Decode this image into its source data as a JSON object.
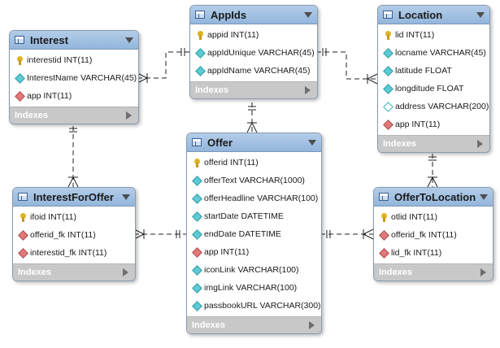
{
  "tables": {
    "interest": {
      "name": "Interest",
      "columns": [
        {
          "text": "interestid INT(11)",
          "icon": "primary-key-icon"
        },
        {
          "text": "InterestName VARCHAR(45)",
          "icon": "column-icon"
        },
        {
          "text": "app INT(11)",
          "icon": "foreign-key-icon"
        }
      ],
      "indexes_label": "Indexes"
    },
    "appids": {
      "name": "AppIds",
      "columns": [
        {
          "text": "appid INT(11)",
          "icon": "primary-key-icon"
        },
        {
          "text": "appIdUnique VARCHAR(45)",
          "icon": "column-icon"
        },
        {
          "text": "appIdName VARCHAR(45)",
          "icon": "column-icon"
        }
      ],
      "indexes_label": "Indexes"
    },
    "location": {
      "name": "Location",
      "columns": [
        {
          "text": "lid INT(11)",
          "icon": "primary-key-icon"
        },
        {
          "text": "locname VARCHAR(45)",
          "icon": "column-icon"
        },
        {
          "text": "latitude FLOAT",
          "icon": "column-icon"
        },
        {
          "text": "longditude FLOAT",
          "icon": "column-icon"
        },
        {
          "text": "address VARCHAR(200)",
          "icon": "nullable-column-icon"
        },
        {
          "text": "app INT(11)",
          "icon": "foreign-key-icon"
        }
      ],
      "indexes_label": "Indexes"
    },
    "offer": {
      "name": "Offer",
      "columns": [
        {
          "text": "offerid INT(11)",
          "icon": "primary-key-icon"
        },
        {
          "text": "offerText VARCHAR(1000)",
          "icon": "column-icon"
        },
        {
          "text": "offerHeadline VARCHAR(100)",
          "icon": "column-icon"
        },
        {
          "text": "startDate DATETIME",
          "icon": "column-icon"
        },
        {
          "text": "endDate DATETIME",
          "icon": "column-icon"
        },
        {
          "text": "app INT(11)",
          "icon": "foreign-key-icon"
        },
        {
          "text": "iconLink VARCHAR(100)",
          "icon": "column-icon"
        },
        {
          "text": "imgLink VARCHAR(100)",
          "icon": "column-icon"
        },
        {
          "text": "passbookURL VARCHAR(300)",
          "icon": "column-icon"
        }
      ],
      "indexes_label": "Indexes"
    },
    "interestforoffer": {
      "name": "InterestForOffer",
      "columns": [
        {
          "text": "ifoid INT(11)",
          "icon": "primary-key-icon"
        },
        {
          "text": "offerid_fk INT(11)",
          "icon": "foreign-key-icon"
        },
        {
          "text": "interestid_fk INT(11)",
          "icon": "foreign-key-icon"
        }
      ],
      "indexes_label": "Indexes"
    },
    "offertolocation": {
      "name": "OfferToLocation",
      "columns": [
        {
          "text": "otlid INT(11)",
          "icon": "primary-key-icon"
        },
        {
          "text": "offerid_fk INT(11)",
          "icon": "foreign-key-icon"
        },
        {
          "text": "lid_fk INT(11)",
          "icon": "foreign-key-icon"
        }
      ],
      "indexes_label": "Indexes"
    }
  }
}
